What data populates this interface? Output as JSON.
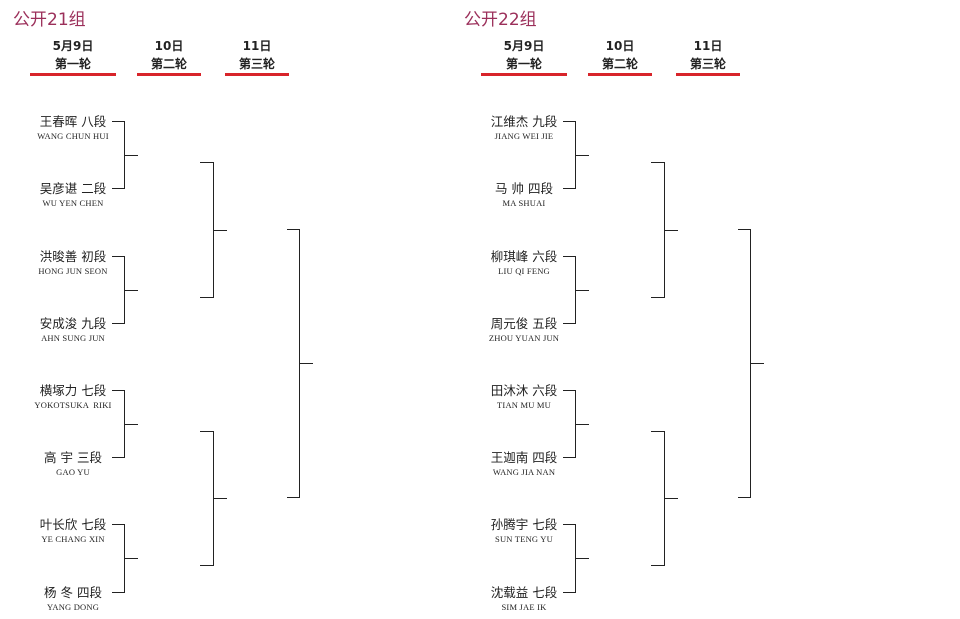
{
  "groups": [
    {
      "title": "公开21组",
      "rounds": [
        {
          "date": "5月9日",
          "name": "第一轮"
        },
        {
          "date": "10日",
          "name": "第二轮"
        },
        {
          "date": "11日",
          "name": "第三轮"
        }
      ],
      "players": [
        {
          "cn": "王春晖 八段",
          "en": "WANG CHUN HUI"
        },
        {
          "cn": "吴彦谌 二段",
          "en": "WU YEN CHEN"
        },
        {
          "cn": "洪晙善 初段",
          "en": "HONG JUN SEON"
        },
        {
          "cn": "安成浚 九段",
          "en": "AHN SUNG JUN"
        },
        {
          "cn": "横塚力 七段",
          "en": "YOKOTSUKA  RIKI"
        },
        {
          "cn": "高   宇 三段",
          "en": "GAO YU"
        },
        {
          "cn": "叶长欣 七段",
          "en": "YE CHANG XIN"
        },
        {
          "cn": "杨   冬 四段",
          "en": "YANG DONG"
        }
      ]
    },
    {
      "title": "公开22组",
      "rounds": [
        {
          "date": "5月9日",
          "name": "第一轮"
        },
        {
          "date": "10日",
          "name": "第二轮"
        },
        {
          "date": "11日",
          "name": "第三轮"
        }
      ],
      "players": [
        {
          "cn": "江维杰 九段",
          "en": "JIANG WEI JIE"
        },
        {
          "cn": "马   帅 四段",
          "en": "MA SHUAI"
        },
        {
          "cn": "柳琪峰 六段",
          "en": "LIU QI FENG"
        },
        {
          "cn": "周元俊 五段",
          "en": "ZHOU YUAN JUN"
        },
        {
          "cn": "田沐沐 六段",
          "en": "TIAN MU MU"
        },
        {
          "cn": "王迦南 四段",
          "en": "WANG JIA NAN"
        },
        {
          "cn": "孙腾宇 七段",
          "en": "SUN TENG YU"
        },
        {
          "cn": "沈载益 七段",
          "en": "SIM JAE IK"
        }
      ]
    }
  ]
}
